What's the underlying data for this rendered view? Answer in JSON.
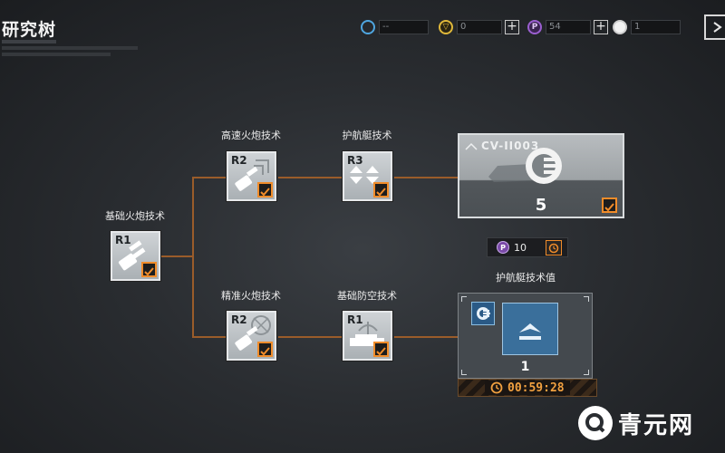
{
  "header": {
    "title": "研究树",
    "resources": [
      {
        "name": "refresh-resource",
        "value": "--",
        "color": "#4fa6e0"
      },
      {
        "name": "gold-resource",
        "value": "0",
        "color": "#e0b83a"
      },
      {
        "name": "purple-resource",
        "value": "54",
        "color": "#9b5fd0"
      },
      {
        "name": "silver-resource",
        "value": "1",
        "color": "#d8d8d8"
      }
    ]
  },
  "tree": {
    "root": {
      "label": "基础火炮技术",
      "tier": "R1",
      "checked": true
    },
    "top_mid": {
      "label": "高速火炮技术",
      "tier": "R2",
      "checked": true
    },
    "top_right": {
      "label": "护航艇技术",
      "tier": "R3",
      "checked": true
    },
    "bottom_mid": {
      "label": "精准火炮技术",
      "tier": "R2",
      "checked": true
    },
    "bottom_right": {
      "label": "基础防空技术",
      "tier": "R1",
      "checked": true
    }
  },
  "corvette": {
    "name": "CV-II003",
    "count": "5",
    "checked": true
  },
  "cost": {
    "value": "10"
  },
  "research_value": {
    "label": "护航艇技术值",
    "value": "1",
    "timer": "00:59:28"
  },
  "watermark": {
    "text": "青元网"
  },
  "colors": {
    "accent": "#f08c2a",
    "line": "#9a5c2a"
  }
}
